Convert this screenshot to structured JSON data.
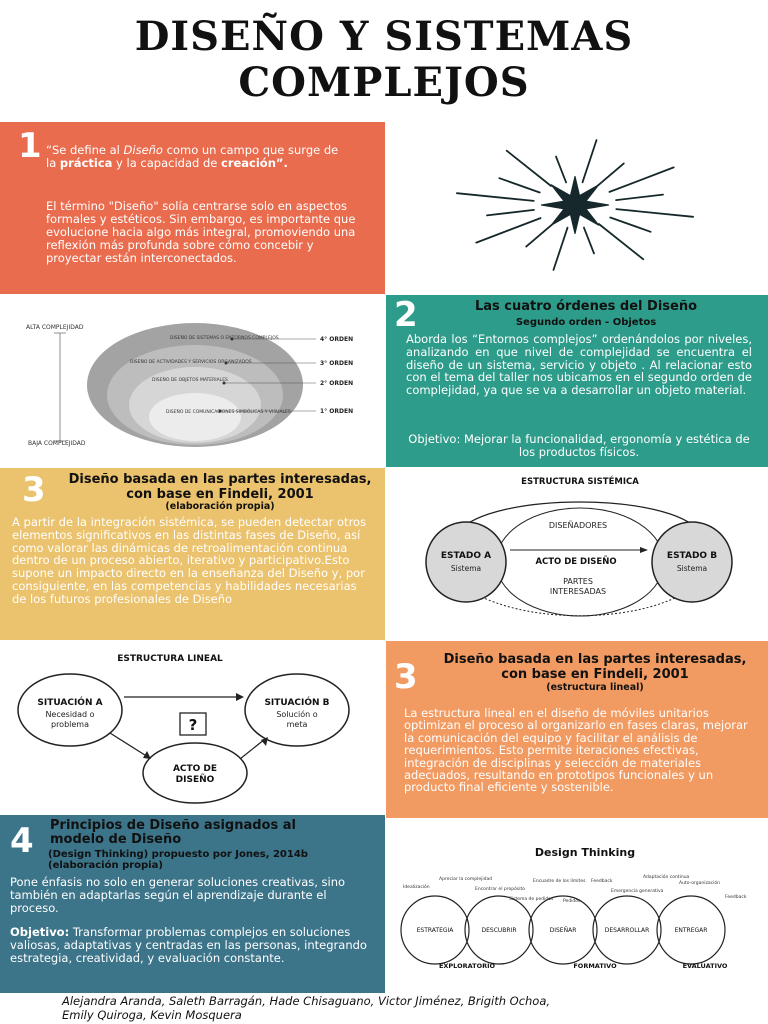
{
  "title": {
    "line1": "DISEÑO Y SISTEMAS",
    "line2": "COMPLEJOS"
  },
  "section1": {
    "number": "1",
    "quote_open": "“Se define al ",
    "quote_diseno": "Diseño",
    "quote_mid": " como un campo que surge de la ",
    "quote_practica": "práctica",
    "quote_mid2": " y la capacidad de ",
    "quote_creacion": "creación",
    "quote_close": "”.",
    "paragraph": "El término \"Diseño\" solía centrarse solo en aspectos formales y estéticos. Sin embargo, es importante que evolucione hacia algo más integral, promoviendo una reflexión más profunda sobre cómo concebir y proyectar están interconectados."
  },
  "section2": {
    "number": "2",
    "heading": "Las cuatro órdenes del Diseño",
    "subheading": "Segundo orden - Objetos",
    "paragraph": "Aborda los “Entornos complejos” ordenándolos por niveles, analizando en que nivel de complejidad se encuentra el diseño de un sistema, servicio y objeto . Al relacionar esto con el tema del taller nos ubicamos en el segundo orden de complejidad, ya que se va a desarrollar un objeto material.",
    "objective": "Objetivo: Mejorar la funcionalidad, ergonomía y estética de los productos físicos."
  },
  "orders_diagram": {
    "alta": "ALTA COMPLEJIDAD",
    "baja": "BAJA COMPLEJIDAD",
    "rings": [
      {
        "label": "DISEÑO DE SISTEMAS O ENTORNOS COMPLEJOS",
        "order": "4° ORDEN"
      },
      {
        "label": "DISEÑO DE ACTIVIDADES Y SERVICIOS ORGANIZADOS",
        "order": "3° ORDEN"
      },
      {
        "label": "DISEÑO DE OBJETOS MATERIALES",
        "order": "2° ORDEN"
      },
      {
        "label": "DISEÑO DE COMUNICACIONES SIMBÓLICAS Y VISUALES",
        "order": "1° ORDEN"
      }
    ]
  },
  "section3": {
    "number": "3",
    "heading": "Diseño basada en las partes interesadas, con base en Findeli, 2001",
    "subheading": "(elaboración propia)",
    "paragraph": "A partir de la integración sistémica, se pueden detectar otros elementos significativos en las distintas fases de Diseño, así como valorar las dinámicas de retroalimentación continua dentro de un proceso abierto, iterativo y participativo.Esto supone un impacto directo en la enseñanza del Diseño y, por consiguiente, en las competencias y habilidades necesarias de los futuros profesionales de Diseño"
  },
  "systemic": {
    "title": "ESTRUCTURA SISTÉMICA",
    "state_a": "ESTADO A",
    "state_a_sub": "Sistema",
    "state_b": "ESTADO B",
    "state_b_sub": "Sistema",
    "designers": "DISEÑADORES",
    "act": "ACTO DE DISEÑO",
    "parties_1": "PARTES",
    "parties_2": "INTERESADAS"
  },
  "linear": {
    "title": "ESTRUCTURA LINEAL",
    "sit_a": "SITUACIÓN A",
    "sit_a_1": "Necesidad o",
    "sit_a_2": "problema",
    "sit_b": "SITUACIÓN B",
    "sit_b_1": "Solución o",
    "sit_b_2": "meta",
    "question": "?",
    "act_1": "ACTO DE",
    "act_2": "DISEÑO"
  },
  "section3b": {
    "number": "3",
    "heading": "Diseño basada en las partes interesadas, con base en Findeli, 2001",
    "subheading": "(estructura lineal)",
    "paragraph": "La estructura lineal en el diseño de móviles unitarios optimizan el proceso al organizarlo en fases claras, mejorar la comunicación del equipo y facilitar el análisis de requerimientos. Esto permite iteraciones efectivas, integración de disciplinas y selección de materiales adecuados, resultando en prototipos funcionales y un producto final eficiente y sostenible."
  },
  "section4": {
    "number": "4",
    "heading": "Principios de Diseño asignados al modelo de Diseño",
    "subheading1": "(Design Thinking) propuesto por Jones, 2014b",
    "subheading2": "(elaboración propia)",
    "paragraph": "Pone énfasis no solo en generar soluciones creativas, sino también en adaptarlas según el aprendizaje durante el proceso.",
    "objective_label": "Objetivo:",
    "objective": " Transformar problemas complejos en soluciones valiosas, adaptativas y centradas en las personas, integrando estrategia, creatividad, y evaluación constante."
  },
  "design_thinking": {
    "title": "Design Thinking",
    "phases": [
      "ESTRATEGIA",
      "DESCUBRIR",
      "DISEÑAR",
      "DESARROLLAR",
      "ENTREGAR"
    ],
    "stages": [
      "EXPLORATORIO",
      "FORMATIVO",
      "EVALUATIVO"
    ],
    "labels": [
      "Idealización",
      "Apreciar la complejidad",
      "Encontrar el propósito",
      "Sistema de pedidos",
      "Encuadre de los límites",
      "Pedidos",
      "Feedback",
      "Emergencia generativa",
      "Adaptación continua",
      "Auto-organización",
      "Feedback"
    ]
  },
  "authors": {
    "line1": "Alejandra Aranda, Saleth Barragán, Hade Chisaguano, Victor Jiménez, Brigith Ochoa,",
    "line2": "Emily Quiroga, Kevin Mosquera"
  },
  "colors": {
    "coral": "#e96c4f",
    "teal": "#2e9c8a",
    "mustard": "#ebc26d",
    "orange": "#f19a62",
    "slate": "#3c7489",
    "star": "#16282b"
  }
}
